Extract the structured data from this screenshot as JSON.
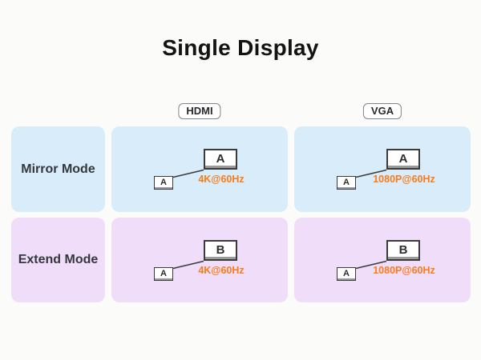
{
  "page": {
    "title": "Single Display",
    "background": "#fbfbfa"
  },
  "columns": [
    {
      "label": "HDMI"
    },
    {
      "label": "VGA"
    }
  ],
  "rows": [
    {
      "label": "Mirror Mode",
      "bg": "#d9ecfa",
      "cells": [
        {
          "source": "A",
          "display": "A",
          "resolution": "4K@60Hz"
        },
        {
          "source": "A",
          "display": "A",
          "resolution": "1080P@60Hz"
        }
      ]
    },
    {
      "label": "Extend Mode",
      "bg": "#f0ddfa",
      "cells": [
        {
          "source": "A",
          "display": "B",
          "resolution": "4K@60Hz"
        },
        {
          "source": "A",
          "display": "B",
          "resolution": "1080P@60Hz"
        }
      ]
    }
  ],
  "colors": {
    "accent_orange": "#f97c1a",
    "mirror_row_bg": "#d9ecfa",
    "extend_row_bg": "#f0ddfa",
    "box_border": "#3b3b3b",
    "pill_border": "#858585"
  }
}
